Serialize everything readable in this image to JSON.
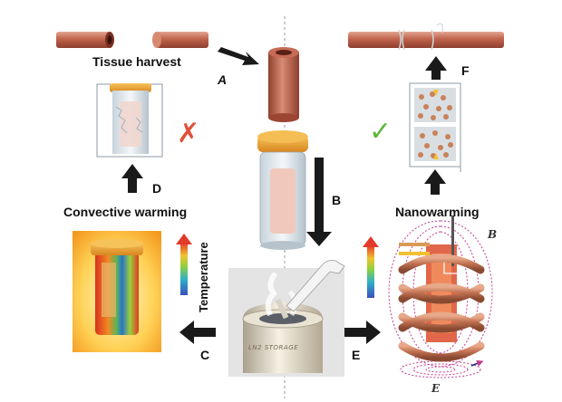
{
  "labels": {
    "tissue_harvest": "Tissue harvest",
    "convective_warming": "Convective warming",
    "nanowarming": "Nanowarming",
    "temperature": "Temperature",
    "storage": "LN2 STORAGE"
  },
  "steps": {
    "a": "A",
    "b": "B",
    "c": "C",
    "d": "D",
    "e": "E",
    "f": "F"
  },
  "marks": {
    "fail": "✗",
    "success": "✓"
  },
  "vectors": {
    "b_field": "B",
    "e_field": "E"
  },
  "colors": {
    "vessel": "#c9735e",
    "fail": "#e0523a",
    "success": "#5fb83a",
    "coil": "#c8805a",
    "lid": "#f0a53a"
  }
}
